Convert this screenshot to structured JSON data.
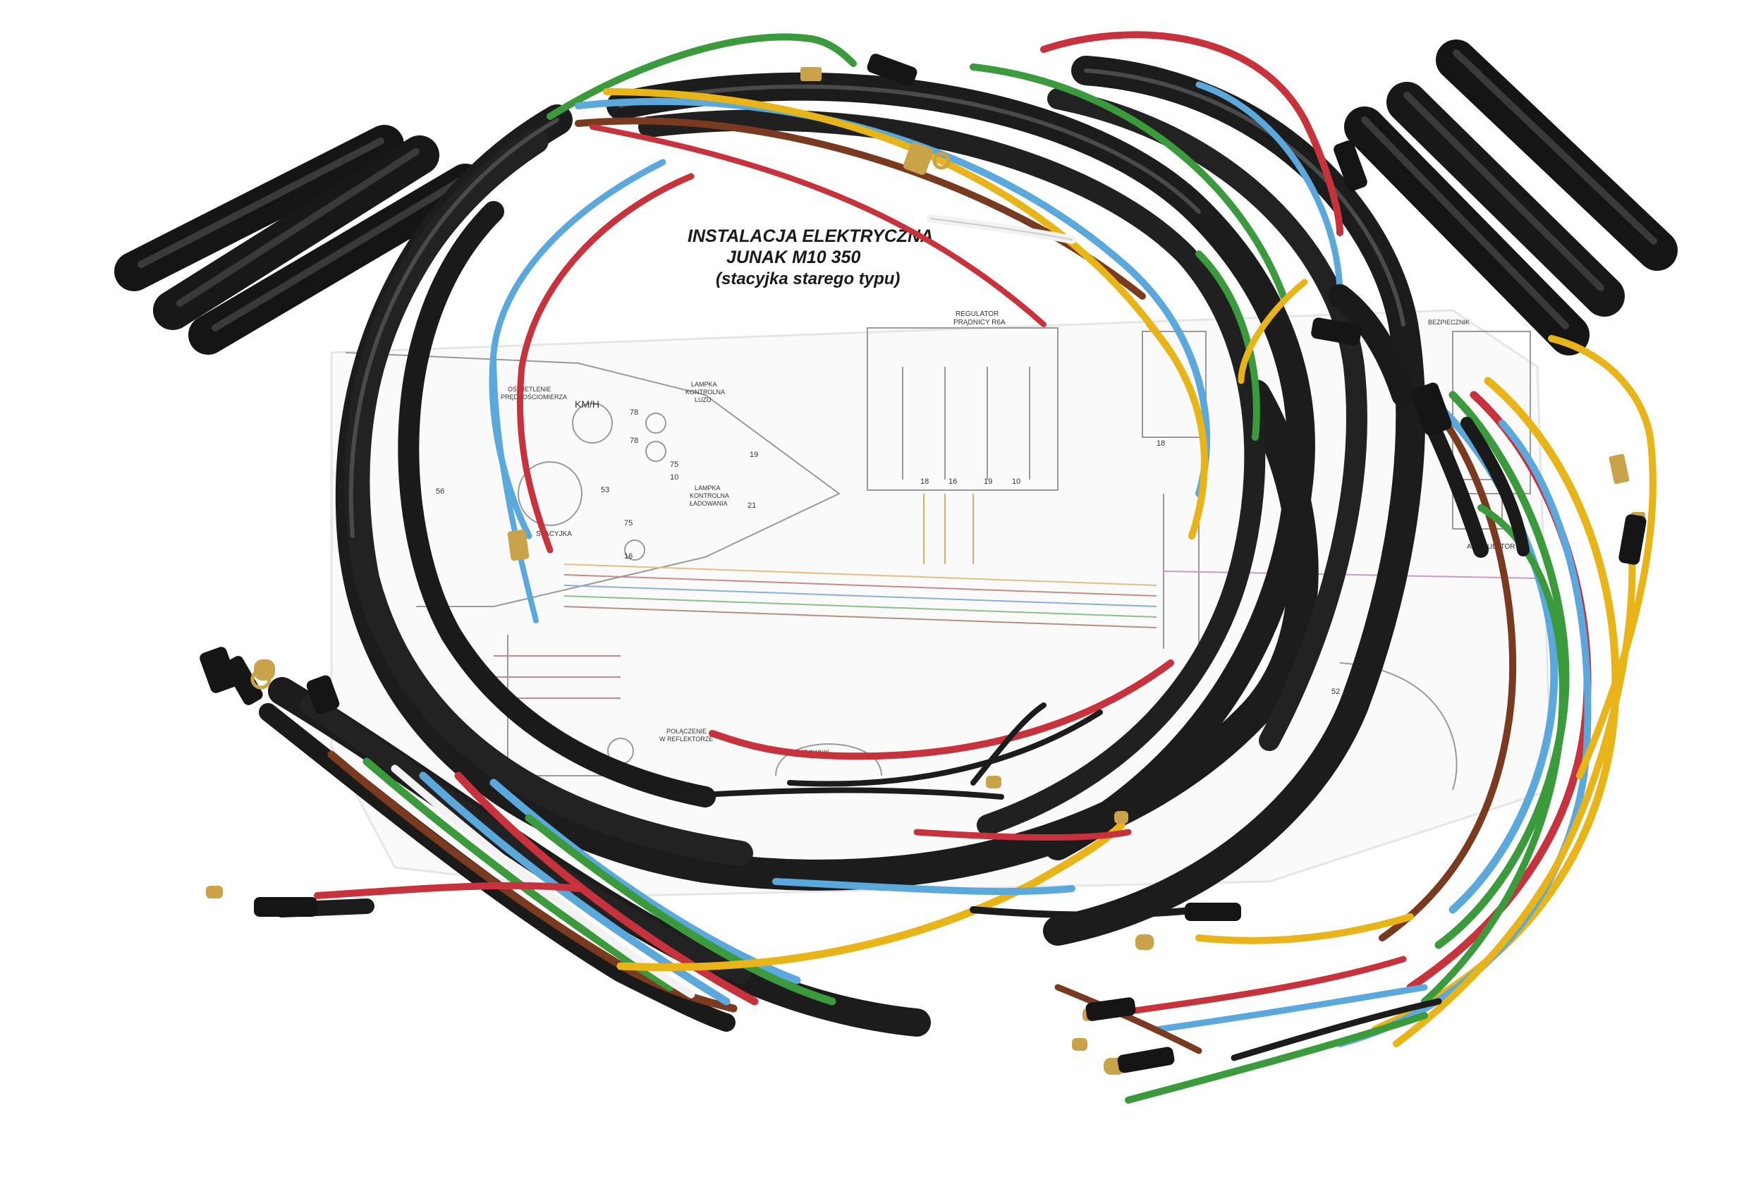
{
  "diagram": {
    "title_line1": "INSTALACJA ELEKTRYCZNA",
    "title_line2": "JUNAK M10 350",
    "title_line3": "(stacyjka starego typu)",
    "labels": {
      "regulator": "REGULATOR",
      "pradnicy": "PRĄDNICY R6A",
      "kmh": "KM/H",
      "lampka_luzu_1": "LAMPKA",
      "lampka_luzu_2": "KONTROLNA",
      "lampka_luzu_3": "LUZU",
      "lampka_lad_1": "LAMPKA",
      "lampka_lad_2": "KONTROLNA",
      "lampka_lad_3": "ŁADOWANIA",
      "stacyjka": "STACYJKA",
      "akumulator": "AKUMULATOR",
      "bezpiecznik": "BEZPIECZNIK",
      "polaczenie_1": "POŁĄCZENIE",
      "polaczenie_2": "W REFLEKTORZE",
      "iskrownik": "ISKROWNIK",
      "oswietlenie": "OŚWIETLENIE",
      "predkosciomierza": "PRĘDKOŚCIOMIERZA",
      "n78a": "78",
      "n78b": "78",
      "n75a": "75",
      "n75b": "75",
      "n10a": "10",
      "n10b": "10",
      "n19a": "19",
      "n19b": "19",
      "n21": "21",
      "n16a": "16",
      "n16b": "16",
      "n18a": "18",
      "n18b": "18",
      "n56": "56",
      "n53": "53",
      "n52": "52"
    }
  },
  "colors": {
    "background": "#ffffff",
    "sheath": "#1c1c1c",
    "wire_red": "#c8323c",
    "wire_green": "#3a9a3c",
    "wire_blue": "#5aa8dc",
    "wire_yellow": "#e8b418",
    "wire_brown": "#7a3a20",
    "wire_white": "#f2f2f2",
    "terminal": "#c9a24a"
  }
}
